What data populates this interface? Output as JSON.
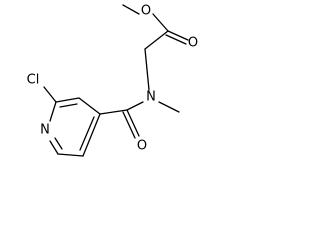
{
  "molecule": {
    "atom_labels": {
      "ester_oxygen": "O",
      "carbonyl_oxygen_ester": "O",
      "amide_nitrogen": "N",
      "chlorine": "Cl",
      "pyridine_nitrogen": "N",
      "carbonyl_oxygen_amide": "O"
    },
    "colors": {
      "bond": "#000000",
      "label": "#000000",
      "background": "#ffffff"
    }
  }
}
